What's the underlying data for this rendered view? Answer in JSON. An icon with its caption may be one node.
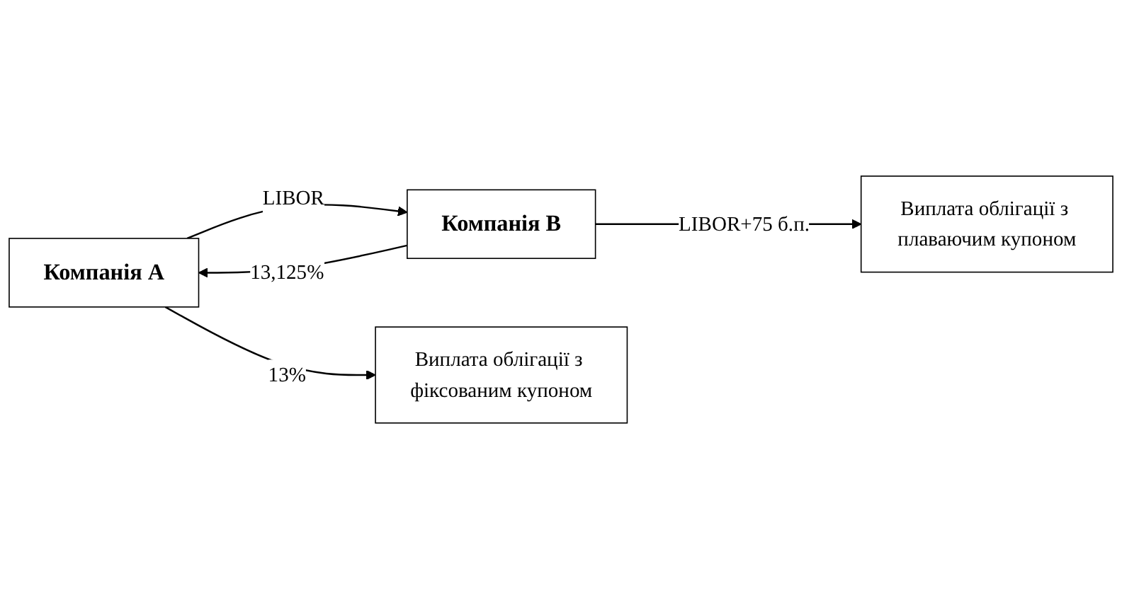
{
  "diagram": {
    "nodes": [
      {
        "text": [
          "Компанія А"
        ]
      },
      {
        "text": [
          "Компанія В"
        ]
      },
      {
        "text": [
          "Виплата облігації з фіксованим купоном"
        ]
      },
      {
        "text": [
          "Виплата облігації з плаваючим купоном"
        ]
      }
    ],
    "edges": [
      {
        "from": 0,
        "to": 1,
        "arrow": "to",
        "label": "LIBOR"
      },
      {
        "from": 1,
        "to": 0,
        "arrow": "to",
        "label": "13,125%"
      },
      {
        "from": 0,
        "to": 2,
        "arrow": "to",
        "label": "13%"
      },
      {
        "from": 1,
        "to": 3,
        "arrow": "to",
        "label": "LIBOR+75 б.п."
      }
    ]
  }
}
